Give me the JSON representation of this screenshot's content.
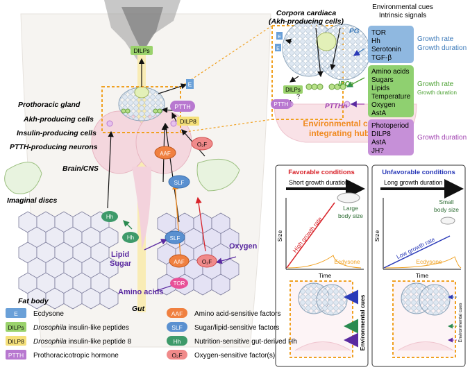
{
  "left": {
    "labels": {
      "prothoracic_gland": "Prothoracic gland",
      "akh_cells": "Akh-producing cells",
      "ipc": "Insulin-producing cells",
      "ptth_neurons": "PTTH-producing neurons",
      "brain": "Brain/CNS",
      "imaginal_discs": "Imaginal discs",
      "fat_body": "Fat body",
      "gut": "Gut",
      "oxygen": "Oxygen",
      "lipid": "Lipid",
      "sugar": "Sugar",
      "amino_acids": "Amino acids"
    },
    "badges": {
      "dilps": "DILPs",
      "e": "E",
      "ptth": "PTTH",
      "dilp8": "DILP8",
      "o2f": "O₂F",
      "aaf": "AAF",
      "slf": "SLF",
      "hh": "Hh",
      "tor": "TOR"
    }
  },
  "legend": [
    {
      "key": "E",
      "text": "Ecdysone",
      "italic": false,
      "color": "#6aa0d8"
    },
    {
      "key": "DILPs",
      "text": "Drosophila",
      "rest": " insulin-like peptides",
      "color": "#9ad26c"
    },
    {
      "key": "DILP8",
      "text": "Drosophila",
      "rest": " insulin-like peptide 8",
      "color": "#f5e07a"
    },
    {
      "key": "PTTH",
      "text": "Prothoracicotropic hormone",
      "italic": false,
      "color": "#b878d0"
    },
    {
      "key": "AAF",
      "text": "Amino acid-sensitive factors",
      "color": "#f08040"
    },
    {
      "key": "SLF",
      "text": "Sugar/lipid-sensitive factors",
      "color": "#5a90d0"
    },
    {
      "key": "Hh",
      "text": "Nutrition-sensitive gut-derived Hh",
      "color": "#3e9a6a"
    },
    {
      "key": "O₂F",
      "text": "Oxygen-sensitive factor(s)",
      "color": "#f08a8a"
    }
  ],
  "hub": {
    "title1": "Corpora cardiaca",
    "title2": "(Akh-producing cells)",
    "env_cues": "Environmental cues",
    "intrinsic": "Intrinsic signals",
    "pg": "PG",
    "ipcs": "IPCs",
    "ptthn": "PTTHn",
    "dilps": "DILPs",
    "ptth": "PTTH",
    "question": "?",
    "hub_caption1": "Environmental cue-",
    "hub_caption2": "integrating hubs",
    "boxes": [
      {
        "items": [
          "TOR",
          "Hh",
          "Serotonin",
          "TGF-β"
        ],
        "effect": [
          "Growth rate",
          "Growth duration"
        ],
        "color": "#8fb8e0",
        "textcolor": "#3a78b8"
      },
      {
        "items": [
          "Amino acids",
          "Sugars",
          "Lipids",
          "Temperature",
          "Oxygen",
          "AstA"
        ],
        "effect": [
          "Growth rate",
          "Growth duration"
        ],
        "color": "#8fd070",
        "textcolor": "#4aa030"
      },
      {
        "items": [
          "Photoperiod",
          "DILP8",
          "AstA",
          "JH?"
        ],
        "effect": [
          "Growth duration"
        ],
        "color": "#c690d8",
        "textcolor": "#a040b0"
      }
    ]
  },
  "favorable": {
    "title": "Favorable conditions",
    "duration": "Short growth duration",
    "rate": "High growth rate",
    "body1": "Large",
    "body2": "body size",
    "ecdysone": "Ecdysone",
    "ylabel": "Size",
    "xlabel": "Time"
  },
  "unfavorable": {
    "title": "Unfavorable conditions",
    "duration": "Long growth duration",
    "rate": "Low growth rate",
    "body1": "Small",
    "body2": "body size",
    "ecdysone": "Ecdysone",
    "ylabel": "Size",
    "xlabel": "Time"
  },
  "env_cues_side": "Environmental cues",
  "colors": {
    "orange": "#f0a020",
    "red": "#d8232a",
    "blue": "#2a3ab8",
    "purple": "#5a2aa0"
  }
}
